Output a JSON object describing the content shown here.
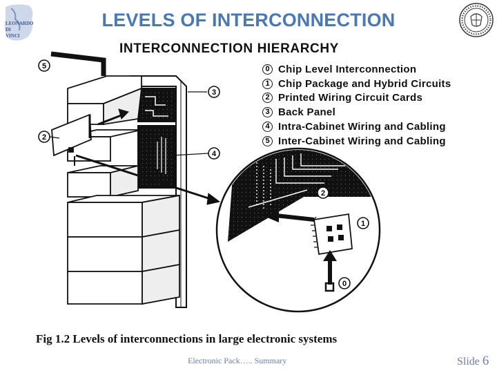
{
  "slide": {
    "title": "LEVELS OF INTERCONNECTION",
    "footer": "Electronic Pack….. Summary",
    "slide_label": "Slide",
    "slide_number": "6"
  },
  "diagram": {
    "heading": "INTERCONNECTION HIERARCHY",
    "legend": [
      {
        "num": "0",
        "text": "Chip Level Interconnection"
      },
      {
        "num": "1",
        "text": "Chip Package and Hybrid Circuits"
      },
      {
        "num": "2",
        "text": "Printed Wiring Circuit Cards"
      },
      {
        "num": "3",
        "text": "Back Panel"
      },
      {
        "num": "4",
        "text": "Intra-Cabinet Wiring and Cabling"
      },
      {
        "num": "5",
        "text": "Inter-Cabinet Wiring and Cabling"
      }
    ],
    "callouts": [
      "5",
      "3",
      "2",
      "4",
      "2",
      "1",
      "0"
    ]
  },
  "caption": "Fig 1.2   Levels of interconnections in large electronic systems",
  "logos": {
    "left_logo_text": "LEONARDO DI VINCI",
    "right_logo_text": "seal"
  }
}
